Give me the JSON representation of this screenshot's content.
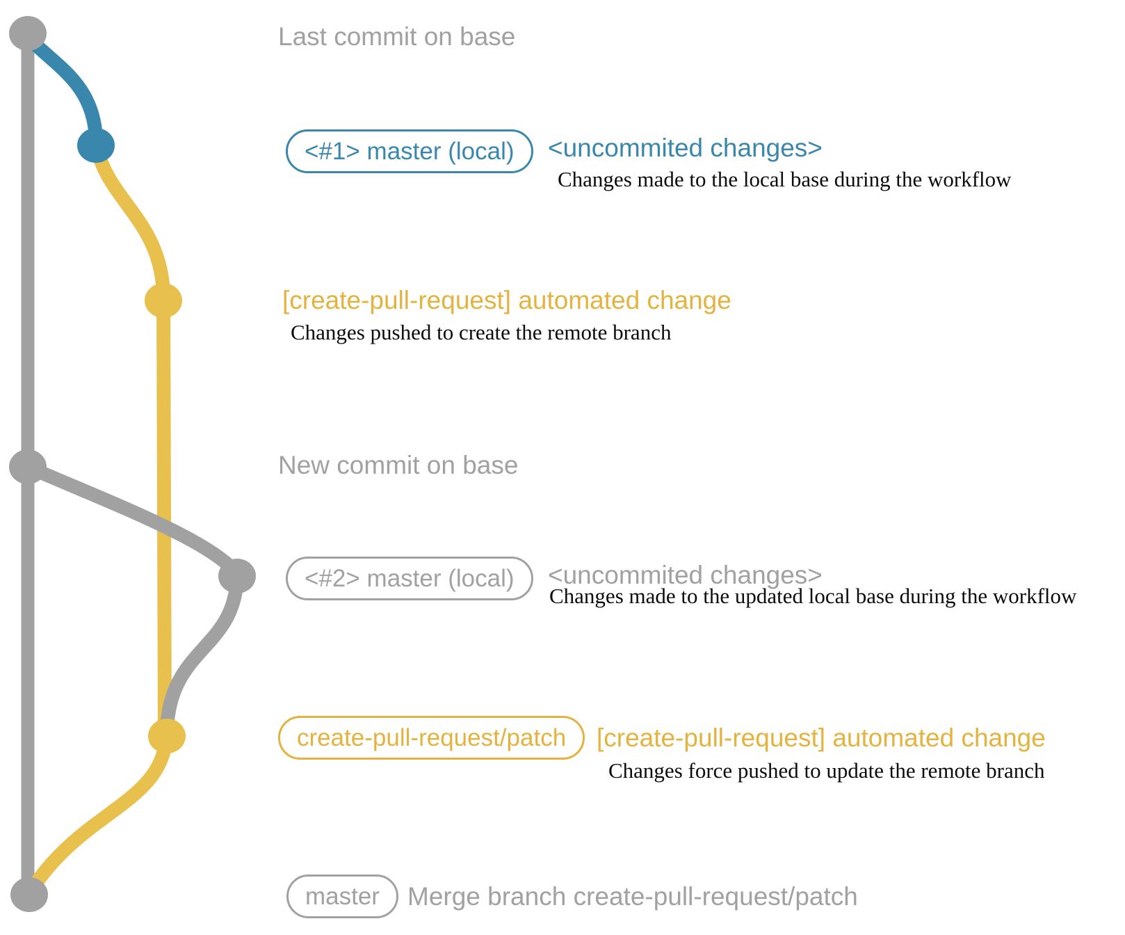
{
  "colors": {
    "base_gray": "#a1a1a1",
    "branch_blue": "#3a87ad",
    "branch_yellow": "#e8bd46",
    "description_text": "#0c0c0c",
    "background": "#ffffff"
  },
  "annotations": {
    "last_commit": "Last commit on base",
    "row1": {
      "badge": "<#1> master (local)",
      "note": "<uncommited changes>",
      "desc": "Changes made to the local base during the workflow"
    },
    "push1": {
      "title": "[create-pull-request] automated change",
      "desc": "Changes pushed to create the remote branch"
    },
    "new_commit": "New commit on base",
    "row2": {
      "badge": "<#2> master (local)",
      "note": "<uncommited changes>",
      "desc": "Changes made to the updated local base during the workflow"
    },
    "push2": {
      "badge": "create-pull-request/patch",
      "title": "[create-pull-request] automated change",
      "desc": "Changes force pushed to update the remote branch"
    },
    "merge": {
      "badge": "master",
      "title": "Merge branch create-pull-request/patch"
    }
  },
  "graph": {
    "branches": [
      {
        "name": "base",
        "color": "gray"
      },
      {
        "name": "local-working",
        "color": "blue"
      },
      {
        "name": "create-pull-request/patch",
        "color": "yellow"
      }
    ],
    "nodes": [
      {
        "name": "commit-last-base",
        "color": "gray"
      },
      {
        "name": "commit-local-1",
        "color": "blue"
      },
      {
        "name": "commit-automated-1",
        "color": "yellow"
      },
      {
        "name": "commit-new-base",
        "color": "gray"
      },
      {
        "name": "commit-local-2",
        "color": "gray"
      },
      {
        "name": "commit-automated-2",
        "color": "yellow"
      },
      {
        "name": "commit-merge",
        "color": "gray"
      }
    ]
  }
}
